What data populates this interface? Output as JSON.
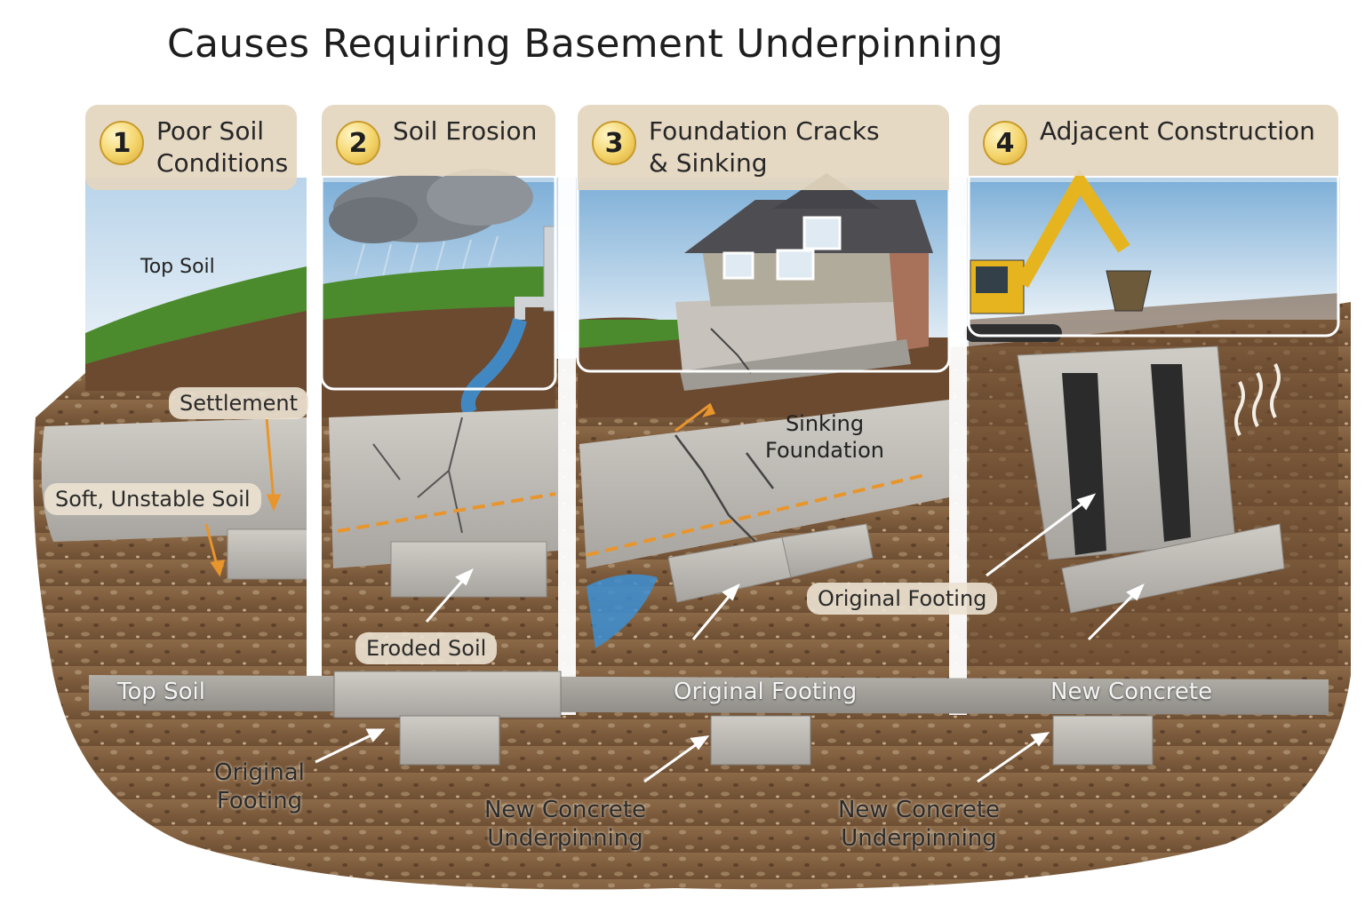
{
  "title": "Causes Requiring Basement Underpinning",
  "panels": [
    {
      "number": "1",
      "label": "Poor Soil Conditions"
    },
    {
      "number": "2",
      "label": "Soil Erosion"
    },
    {
      "number": "3",
      "label": "Foundation Cracks & Sinking"
    },
    {
      "number": "4",
      "label": "Adjacent Construction"
    }
  ],
  "callouts": {
    "top_soil": "Top Soil",
    "settlement": "Settlement",
    "soft_soil": "Soft, Unstable Soil",
    "eroded_soil": "Eroded Soil",
    "sinking_foundation": "Sinking Foundation",
    "original_footing_panel4": "Original Footing"
  },
  "band": {
    "left": "Top Soil",
    "middle": "Original Footing",
    "right": "New Concrete"
  },
  "bottom": {
    "original_footing": "Original Footing",
    "underpinning_1": "New Concrete Underpinning",
    "underpinning_2": "New Concrete Underpinning"
  },
  "colors": {
    "soil": "#7a5a3c",
    "concrete": "#b9b6b1",
    "grass": "#4c8a2e",
    "water": "#3d8fd4",
    "settlement_arrow": "#e8952c",
    "excavator": "#e6b41e"
  },
  "icons": [
    "rain-cloud-icon",
    "downspout-icon",
    "house-icon",
    "excavator-icon",
    "heat-wave-icon"
  ]
}
